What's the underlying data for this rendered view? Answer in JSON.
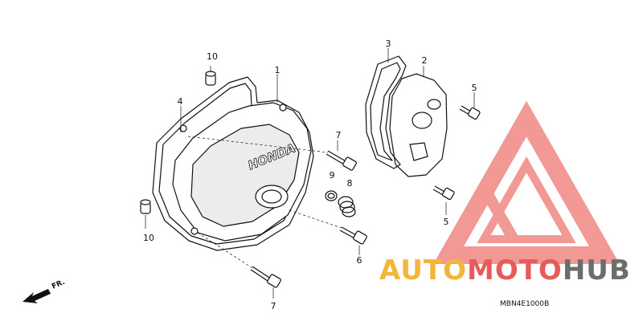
{
  "callouts": [
    {
      "id": "1",
      "text": "1"
    },
    {
      "id": "2",
      "text": "2"
    },
    {
      "id": "3",
      "text": "3"
    },
    {
      "id": "4",
      "text": "4"
    },
    {
      "id": "5a",
      "text": "5"
    },
    {
      "id": "5b",
      "text": "5"
    },
    {
      "id": "6",
      "text": "6"
    },
    {
      "id": "7a",
      "text": "7"
    },
    {
      "id": "7b",
      "text": "7"
    },
    {
      "id": "8",
      "text": "8"
    },
    {
      "id": "9",
      "text": "9"
    },
    {
      "id": "10a",
      "text": "10"
    },
    {
      "id": "10b",
      "text": "10"
    }
  ],
  "cover_logo_text": "HONDA",
  "front_indicator": "FR.",
  "diagram_code": "MBN4E1000B",
  "watermark": {
    "part1": "AUTO",
    "part2": "MOTO",
    "part3": "HUB",
    "colors": {
      "auto": "#f3b63a",
      "moto": "#e85b5b",
      "hub": "#6d6d6d",
      "triangle": "#e8443f"
    }
  }
}
